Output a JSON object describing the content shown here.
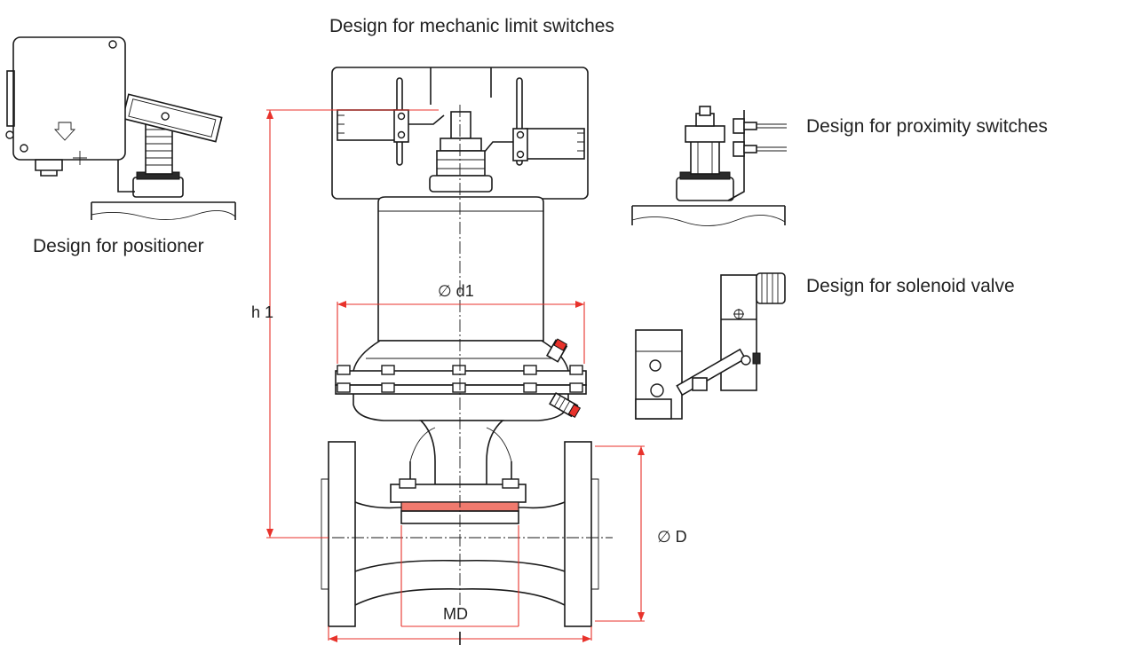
{
  "labels": {
    "mechanic_limit_switches": "Design for mechanic limit switches",
    "proximity_switches": "Design for proximity switches",
    "positioner": "Design for positioner",
    "solenoid_valve": "Design for solenoid valve"
  },
  "dimensions": {
    "h1": "h 1",
    "d1": "∅ d1",
    "D": "∅ D",
    "MD": "MD"
  },
  "colors": {
    "dimension_lines": "#e8322b",
    "diaphragm": "#f07a6e",
    "lines": "#1a1a1a"
  }
}
